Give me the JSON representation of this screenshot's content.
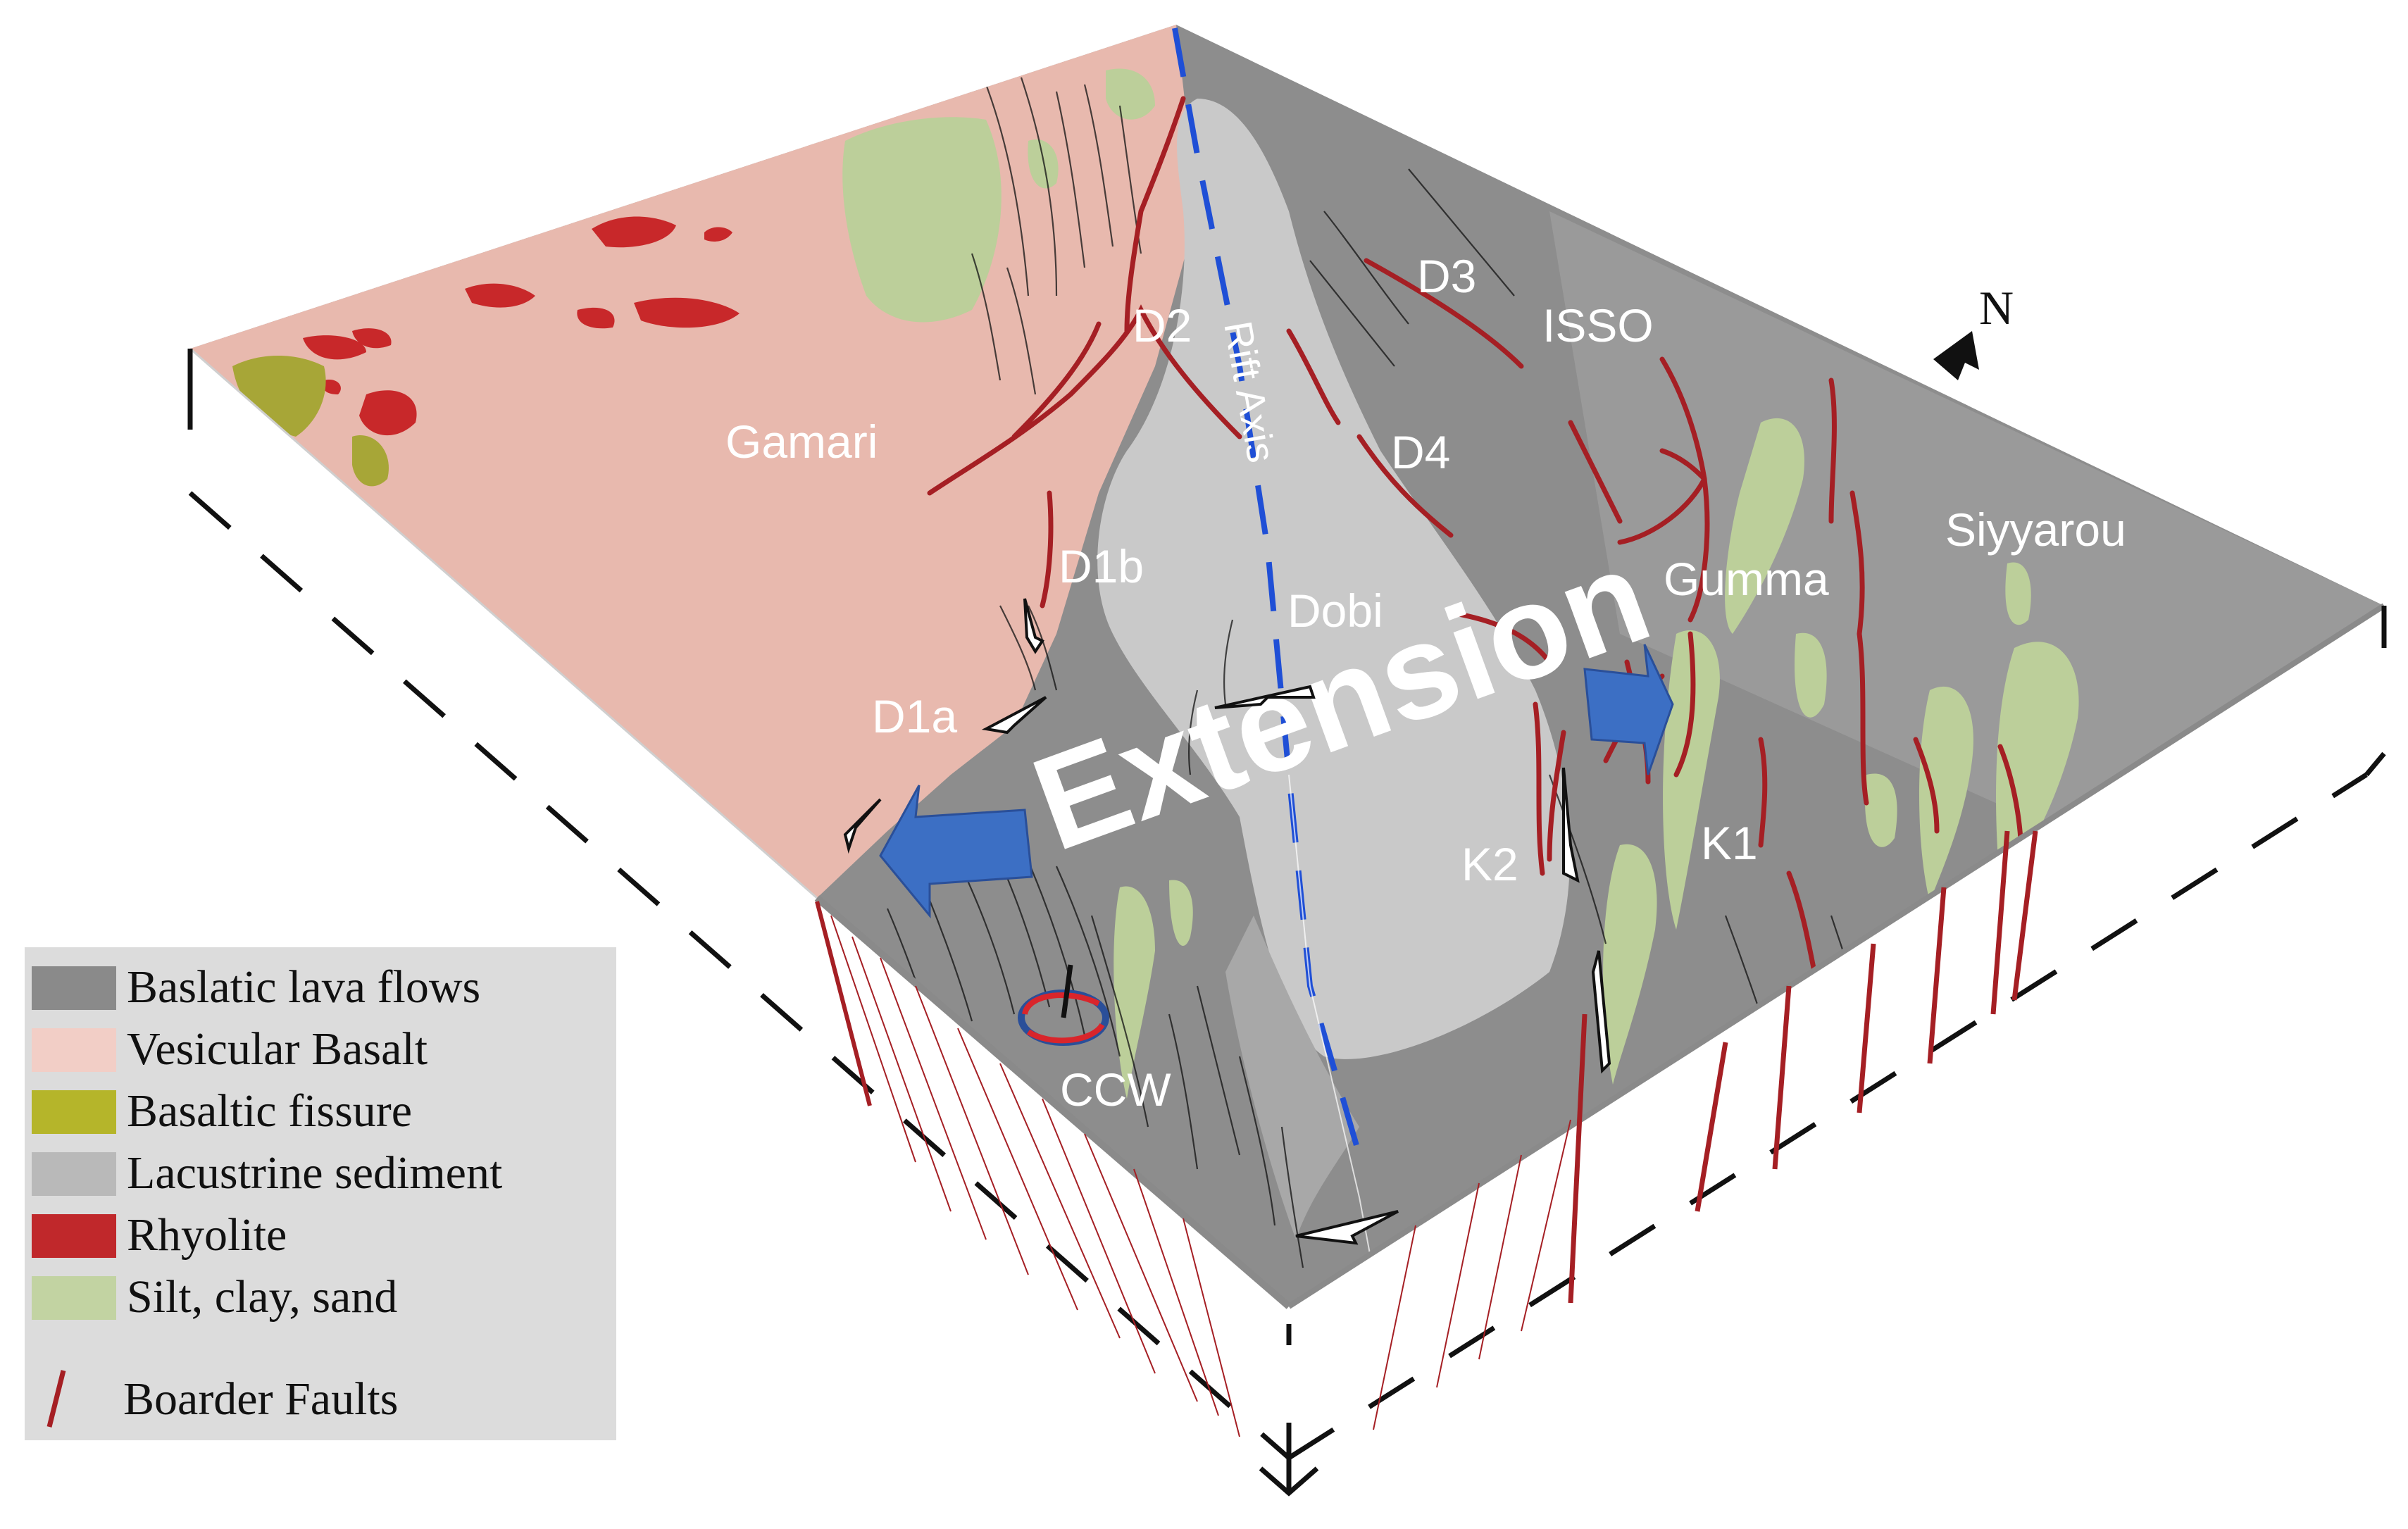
{
  "labels": {
    "gamari": "Gamari",
    "d2": "D2",
    "rift_axis": "Rift Axis",
    "d3": "D3",
    "isso": "ISSO",
    "d4": "D4",
    "dobi": "Dobi",
    "d1b": "D1b",
    "d1a": "D1a",
    "gumma": "Gumma",
    "siyyarou": "Siyyarou",
    "extension": "Extension",
    "k2": "K2",
    "k1": "K1",
    "ccw": "CCW",
    "north": "N"
  },
  "legend": {
    "items": [
      {
        "label": "Baslatic lava flows",
        "color": "#8a8a8a"
      },
      {
        "label": "Vesicular Basalt",
        "color": "#f2cec6"
      },
      {
        "label": "Basaltic fissure",
        "color": "#b5b52a"
      },
      {
        "label": "Lacustrine sediment",
        "color": "#b9b9b9"
      },
      {
        "label": "Rhyolite",
        "color": "#c0282b"
      },
      {
        "label": "Silt, clay, sand",
        "color": "#c2d3a2"
      },
      {
        "label": "Boarder Faults",
        "color": "#a51f24"
      }
    ]
  },
  "colors": {
    "vesicular_basalt": "#e8b9ae",
    "lava_flows": "#8c8c8c",
    "lacustrine": "#c8c8c8",
    "rhyolite": "#c8282a",
    "fissure": "#a7a637",
    "silt": "#bccf9a",
    "fault": "#a51f24",
    "rift_axis": "#1f4fd6",
    "extension_arrow": "#3c6fc4"
  }
}
